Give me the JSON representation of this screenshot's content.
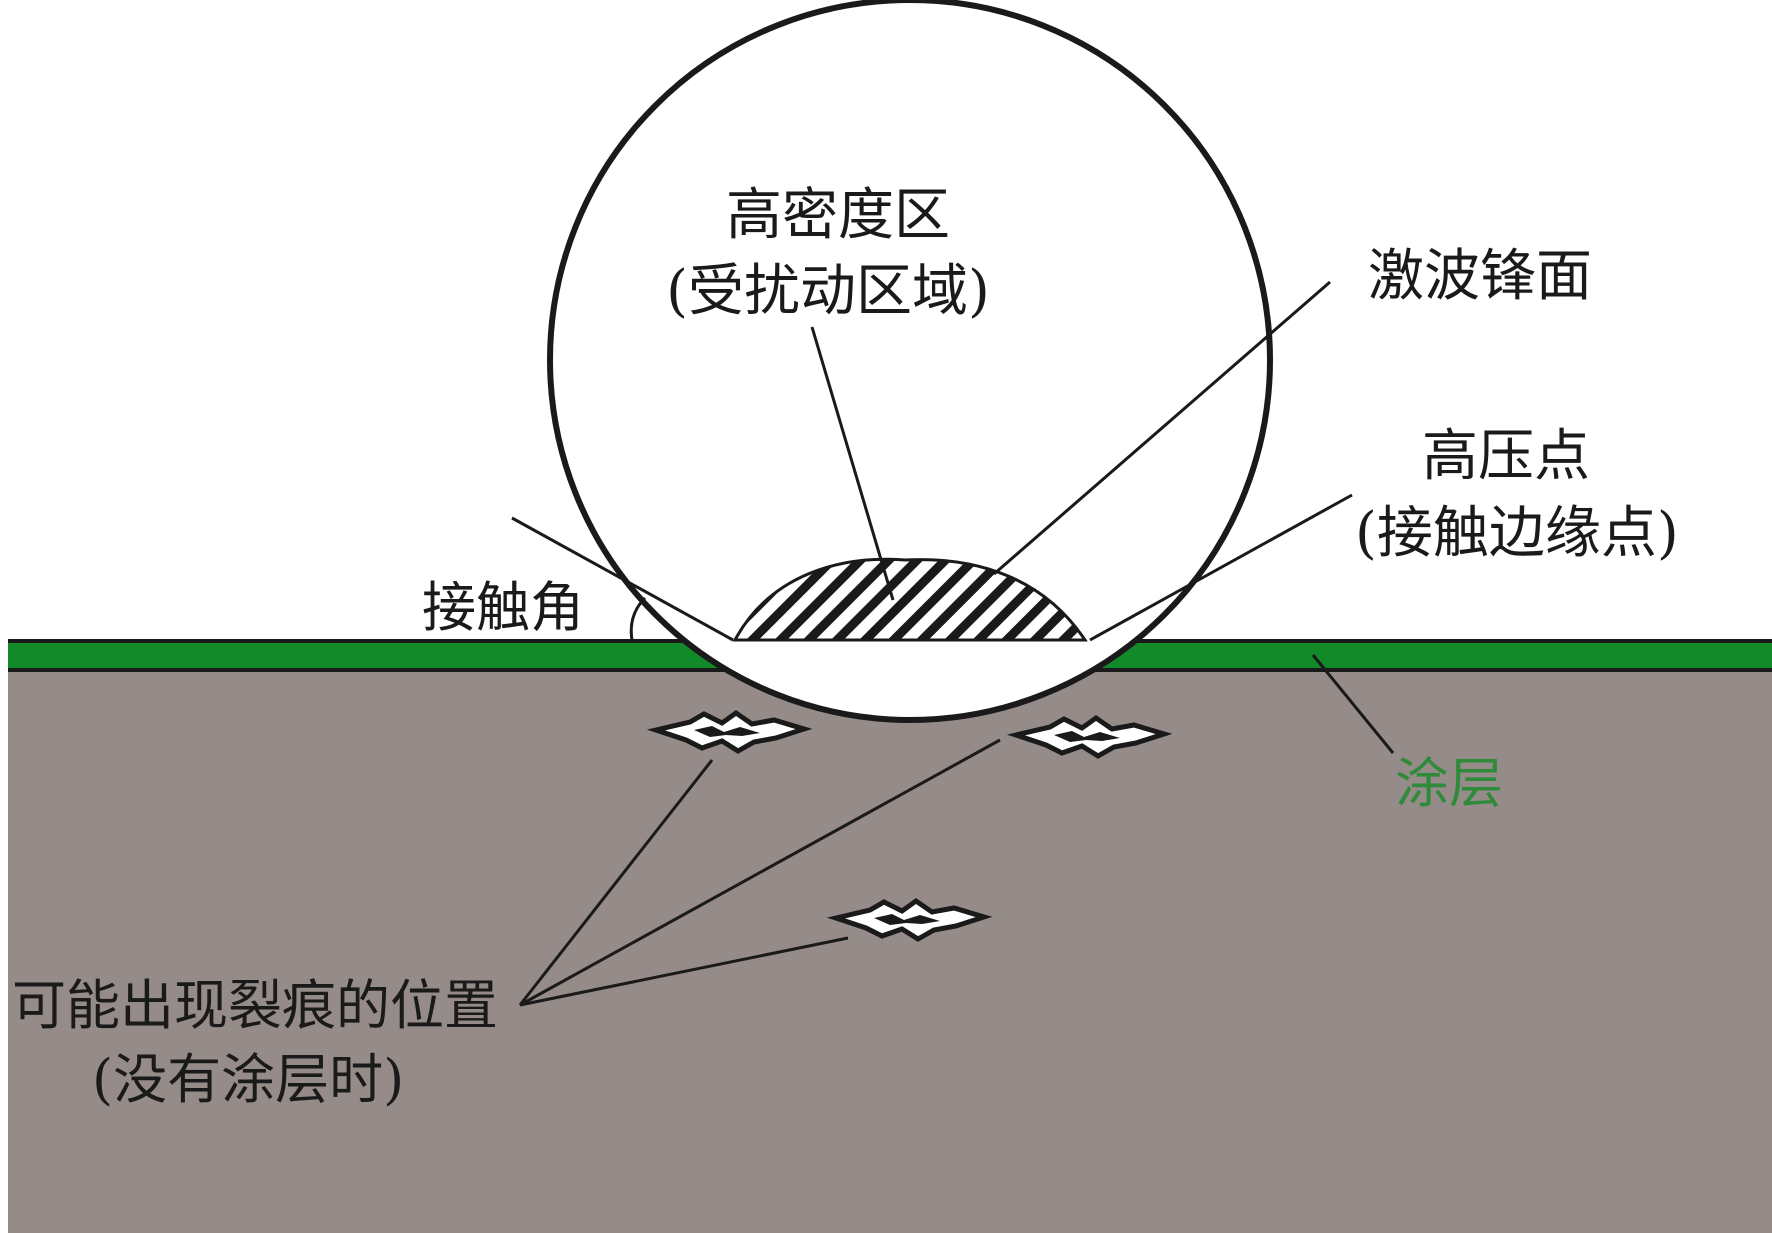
{
  "labels": {
    "high_density_line1": "高密度区",
    "high_density_line2": "(受扰动区域)",
    "shock_front": "激波锋面",
    "high_pressure_line1": "高压点",
    "high_pressure_line2": "(接触边缘点)",
    "contact_angle": "接触角",
    "coating": "涂层",
    "crack_line1": "可能出现裂痕的位置",
    "crack_line2": "(没有涂层时)"
  },
  "colors": {
    "background": "#ffffff",
    "substrate": "#958c8a",
    "coating": "#128a2a",
    "coating_text": "#2f8a3a",
    "outline": "#1a1a1a"
  }
}
